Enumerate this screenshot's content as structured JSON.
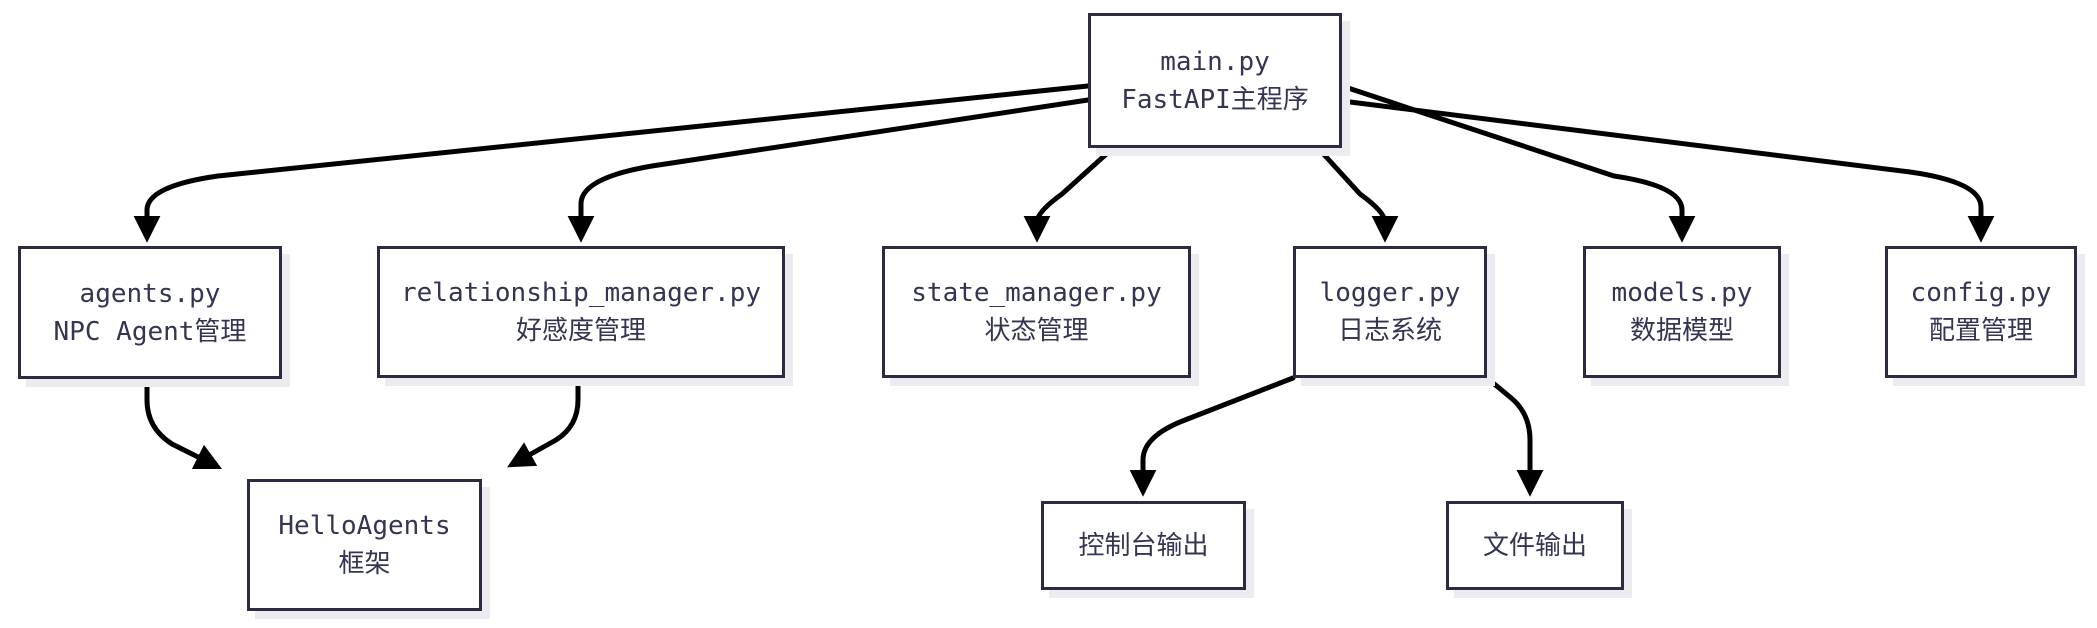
{
  "diagram": {
    "background_color": "#ffffff",
    "node_fill_color": "#ffffff",
    "node_border_color": "#2b2b43",
    "node_shadow_color": "#ececf0",
    "text_color": "#343453",
    "arrow_color": "#000000",
    "nodes": {
      "main": {
        "title": "main.py",
        "subtitle": "FastAPI主程序"
      },
      "agents": {
        "title": "agents.py",
        "subtitle": "NPC Agent管理"
      },
      "relationship": {
        "title": "relationship_manager.py",
        "subtitle": "好感度管理"
      },
      "state": {
        "title": "state_manager.py",
        "subtitle": "状态管理"
      },
      "logger": {
        "title": "logger.py",
        "subtitle": "日志系统"
      },
      "models": {
        "title": "models.py",
        "subtitle": "数据模型"
      },
      "config": {
        "title": "config.py",
        "subtitle": "配置管理"
      },
      "helloagents": {
        "title": "HelloAgents",
        "subtitle": "框架"
      },
      "console": {
        "title": "控制台输出"
      },
      "file": {
        "title": "文件输出"
      }
    },
    "edges": [
      {
        "from": "main.py",
        "to": "agents.py"
      },
      {
        "from": "main.py",
        "to": "relationship_manager.py"
      },
      {
        "from": "main.py",
        "to": "state_manager.py"
      },
      {
        "from": "main.py",
        "to": "logger.py"
      },
      {
        "from": "main.py",
        "to": "models.py"
      },
      {
        "from": "main.py",
        "to": "config.py"
      },
      {
        "from": "agents.py",
        "to": "HelloAgents框架"
      },
      {
        "from": "relationship_manager.py",
        "to": "HelloAgents框架"
      },
      {
        "from": "logger.py",
        "to": "控制台输出"
      },
      {
        "from": "logger.py",
        "to": "文件输出"
      }
    ]
  }
}
